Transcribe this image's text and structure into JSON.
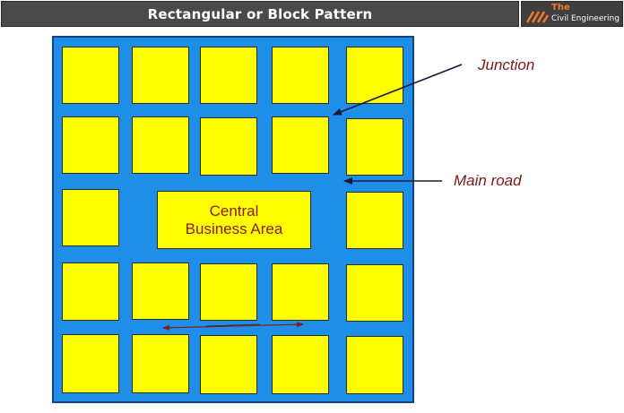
{
  "header": {
    "title": "Rectangular or Block Pattern",
    "logo_the": "The",
    "logo_name": "Civil Engineering"
  },
  "diagram": {
    "central_area_line1": "Central",
    "central_area_line2": "Business Area",
    "labels": {
      "junction": "Junction",
      "main_road": "Main road"
    }
  },
  "colors": {
    "road": "#1f8ee6",
    "block": "#ffff00",
    "label_text": "#7a1a1a",
    "arrow": "#1a1a3a",
    "traffic_arrow": "#8b1a1a",
    "header_bg": "#4a4a4a",
    "logo_accent": "#f07a2a"
  },
  "icons": {
    "logo": "logo-icon",
    "junction_pointer": "arrow-icon",
    "main_road_pointer": "arrow-icon",
    "two_way_road": "double-arrow-icon"
  }
}
